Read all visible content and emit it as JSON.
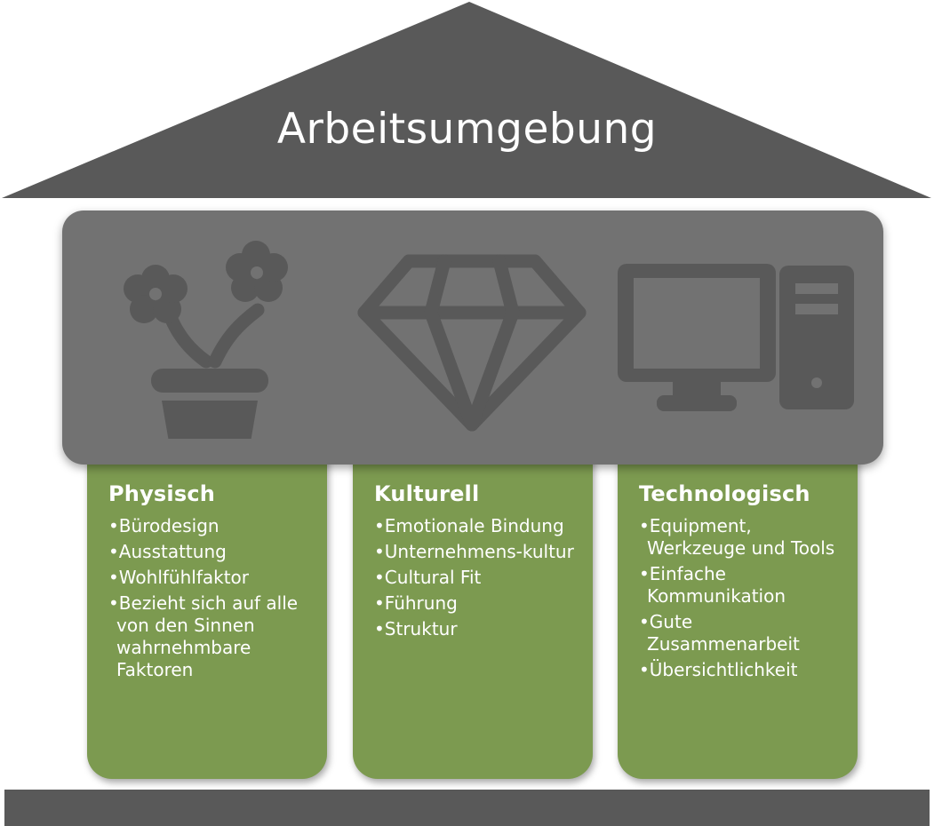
{
  "roof": {
    "title": "Arbeitsumgebung"
  },
  "icons": [
    "flower-pot-icon",
    "diamond-icon",
    "computer-icon"
  ],
  "colors": {
    "roof": "#595959",
    "beam": "#727272",
    "icon": "#595959",
    "pillar": "#7c9a50",
    "base": "#595959"
  },
  "pillars": [
    {
      "title": "Physisch",
      "items": [
        "Bürodesign",
        "Ausstattung",
        "Wohlfühlfaktor",
        "Bezieht sich auf alle von den Sinnen wahrnehmbare Faktoren"
      ]
    },
    {
      "title": "Kulturell",
      "items": [
        "Emotionale Bindung",
        "Unternehmens-kultur",
        "Cultural Fit",
        "Führung",
        "Struktur"
      ]
    },
    {
      "title": "Technologisch",
      "items": [
        "Equipment, Werkzeuge und Tools",
        "Einfache Kommunikation",
        "Gute Zusammenarbeit",
        "Übersichtlichkeit"
      ]
    }
  ]
}
